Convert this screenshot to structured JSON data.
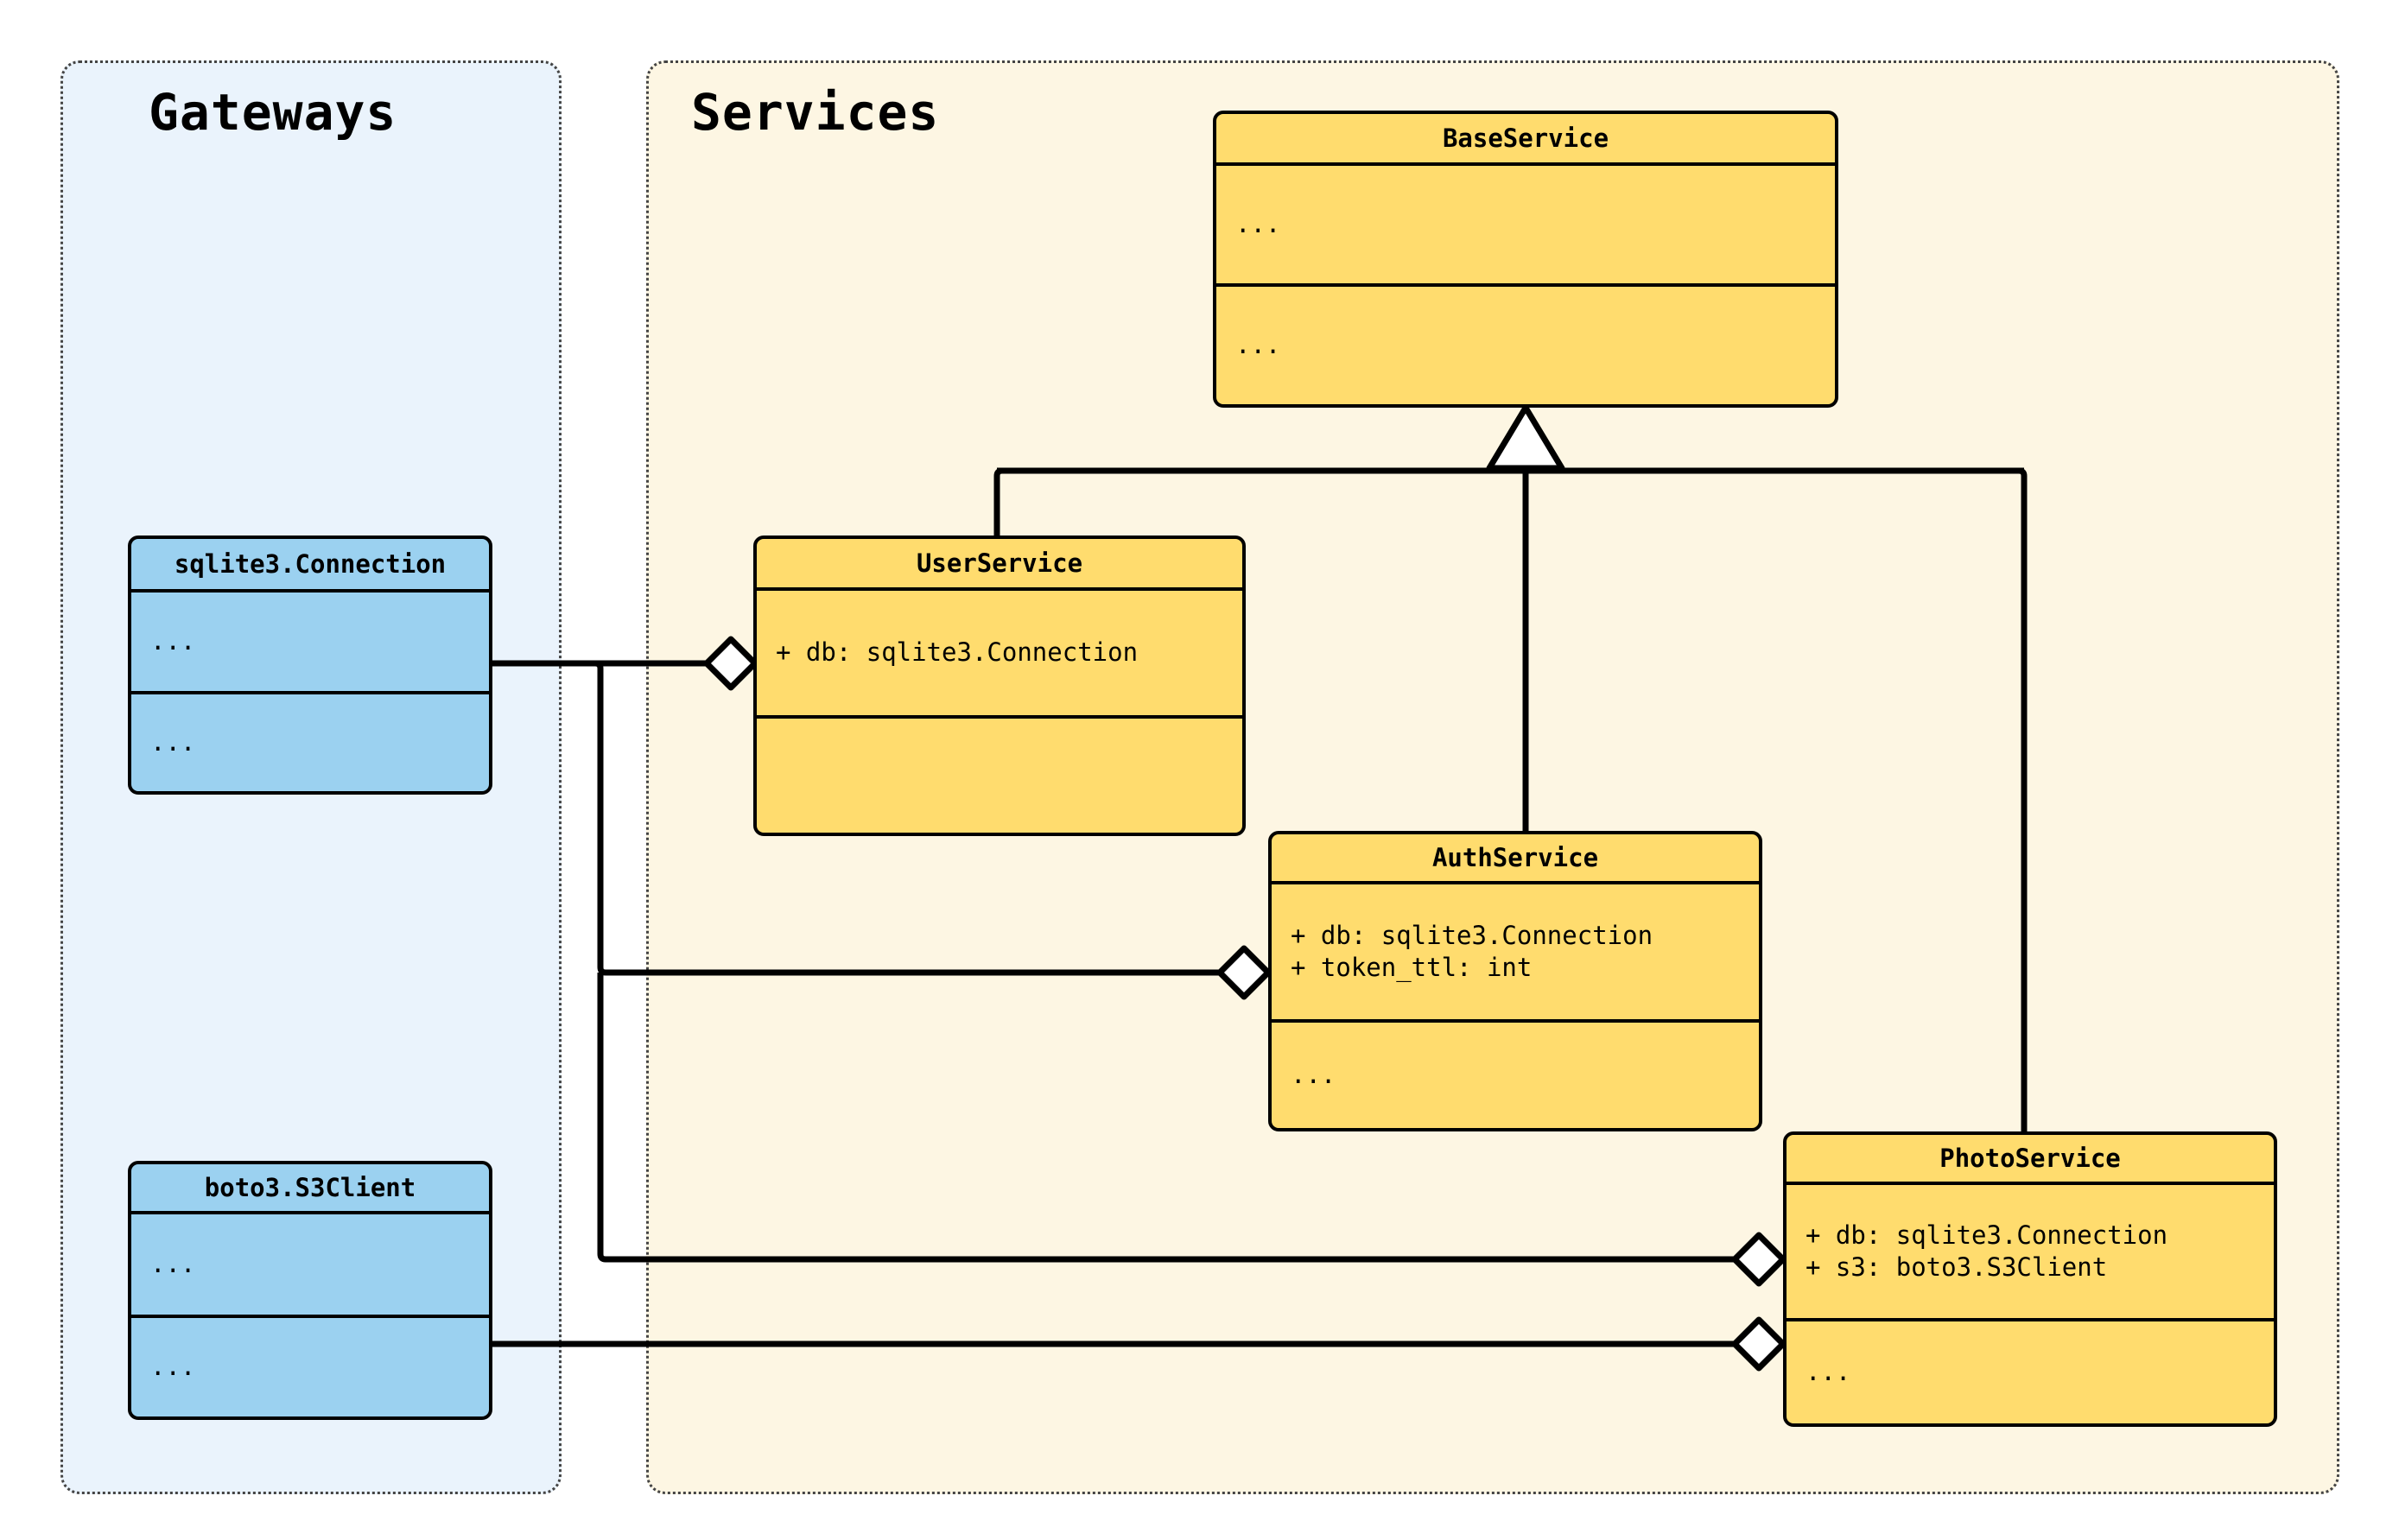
{
  "diagram": {
    "type": "uml-class-diagram",
    "colors": {
      "gateway_panel_bg": "#EAF3FC",
      "gateway_box_fill": "#9BD1F0",
      "service_panel_bg": "#FDF6E3",
      "service_box_fill": "#FFDC6E",
      "stroke": "#000000",
      "panel_border": "#444444",
      "marker_fill": "#FFFFFF"
    }
  },
  "packages": [
    {
      "name": "gateways-package",
      "title": "Gateways"
    },
    {
      "name": "services-package",
      "title": "Services"
    }
  ],
  "classes": [
    {
      "id": "sqlite3-connection",
      "title": "sqlite3.Connection",
      "attributes": [
        "..."
      ],
      "methods": [
        "..."
      ],
      "kind": "gateway"
    },
    {
      "id": "boto3-s3client",
      "title": "boto3.S3Client",
      "attributes": [
        "..."
      ],
      "methods": [
        "..."
      ],
      "kind": "gateway"
    },
    {
      "id": "base-service",
      "title": "BaseService",
      "attributes": [
        "..."
      ],
      "methods": [
        "..."
      ],
      "kind": "service"
    },
    {
      "id": "user-service",
      "title": "UserService",
      "attributes": [
        "+ db: sqlite3.Connection"
      ],
      "methods": [
        ""
      ],
      "kind": "service"
    },
    {
      "id": "auth-service",
      "title": "AuthService",
      "attributes": [
        "+ db: sqlite3.Connection",
        "+ token_ttl: int"
      ],
      "methods": [
        "..."
      ],
      "kind": "service"
    },
    {
      "id": "photo-service",
      "title": "PhotoService",
      "attributes": [
        "+ db: sqlite3.Connection",
        "+ s3: boto3.S3Client"
      ],
      "methods": [
        "..."
      ],
      "kind": "service"
    }
  ],
  "relationships": [
    {
      "name": "inheritance-userservice-baseservice",
      "type": "generalization",
      "from": "UserService",
      "to": "BaseService",
      "marker": "hollow-triangle"
    },
    {
      "name": "inheritance-authservice-baseservice",
      "type": "generalization",
      "from": "AuthService",
      "to": "BaseService",
      "marker": "hollow-triangle"
    },
    {
      "name": "inheritance-photoservice-baseservice",
      "type": "generalization",
      "from": "PhotoService",
      "to": "BaseService",
      "marker": "hollow-triangle"
    },
    {
      "name": "aggregation-userservice-sqlite3",
      "type": "aggregation",
      "from": "sqlite3.Connection",
      "to": "UserService",
      "marker": "hollow-diamond"
    },
    {
      "name": "aggregation-authservice-sqlite3",
      "type": "aggregation",
      "from": "sqlite3.Connection",
      "to": "AuthService",
      "marker": "hollow-diamond"
    },
    {
      "name": "aggregation-photoservice-sqlite3",
      "type": "aggregation",
      "from": "sqlite3.Connection",
      "to": "PhotoService",
      "marker": "hollow-diamond"
    },
    {
      "name": "aggregation-photoservice-s3",
      "type": "aggregation",
      "from": "boto3.S3Client",
      "to": "PhotoService",
      "marker": "hollow-diamond"
    }
  ]
}
